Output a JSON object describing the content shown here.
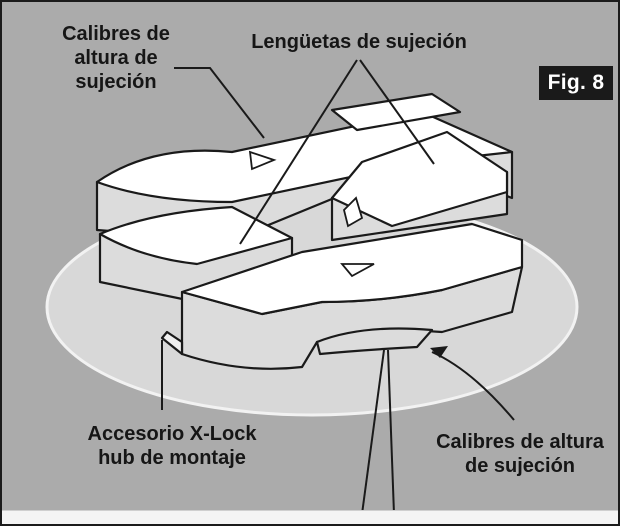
{
  "figure": {
    "badge": "Fig. 8",
    "labels": {
      "top_left": [
        "Calibres de",
        "altura de",
        "sujeción"
      ],
      "top_center": "Lengüetas de sujeción",
      "bottom_left": [
        "Accesorio X-Lock",
        "hub de montaje"
      ],
      "bottom_right": [
        "Calibres de altura",
        "de sujeción"
      ]
    }
  },
  "colors": {
    "background": "#ababab",
    "plate": "#d8d8d8",
    "part_face": "#ffffff",
    "part_side": "#dcdcdc",
    "outline": "#1a1a1a",
    "badge": "#1a1a1a"
  }
}
